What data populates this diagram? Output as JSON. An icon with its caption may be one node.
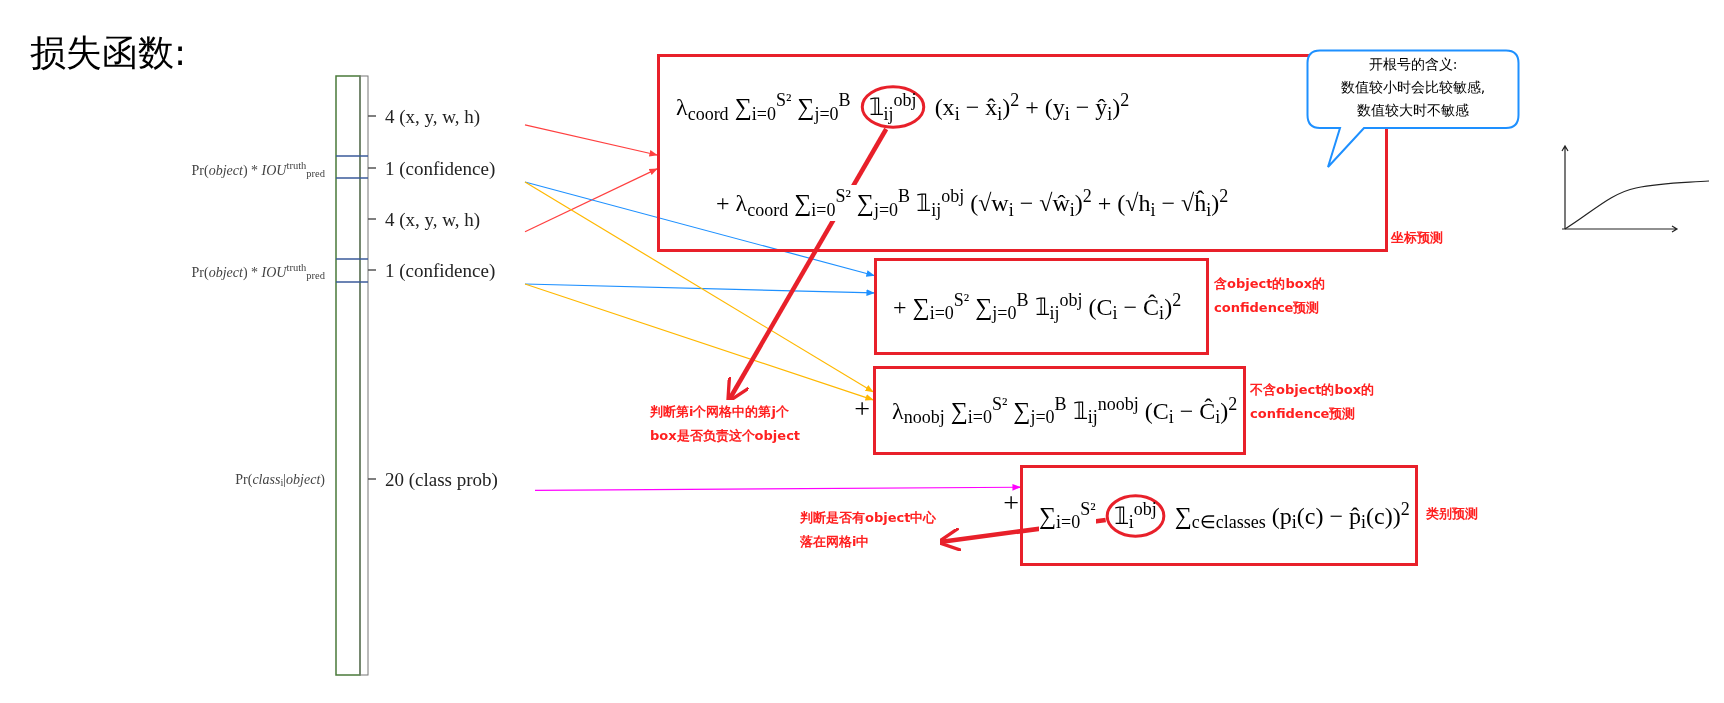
{
  "diagram": {
    "title": "损失函数:",
    "nodes": [
      {
        "text": [
          "4 (x, y, w, h)"
        ]
      },
      {
        "text": [
          "1 (confidence)"
        ]
      },
      {
        "text": [
          "4 (x, y, w, h)"
        ]
      },
      {
        "text": [
          "1 (confidence)"
        ]
      },
      {
        "text": [
          "20 (class prob)"
        ]
      },
      {
        "text": [
          "λ$_{coord}$ ∑$_{i=0}$$^{S²}$ ∑$_{j=0}$$^{B}$",
          "(x$_{i}$ − x̂$_{i}$)$^{2}$ + (y$_{i}$ − ŷ$_{i}$)$^{2}$",
          "+ λ$_{coord}$ ∑$_{i=0}$$^{S²}$ ∑$_{j=0}$$^{B}$ 𝟙$_{ij}$$^{obj}$ (√w$_{i}$ − √ŵ$_{i}$)$^{2}$ + (√h$_{i}$ − √ĥ$_{i}$)$^{2}$"
        ],
        "beside": [
          "坐标预测"
        ]
      },
      {
        "text": [
          "𝟙$_{ij}$$^{obj}$"
        ],
        "in": 5
      },
      {
        "text": [
          "开根号的含义:",
          "数值较小时会比较敏感,",
          "数值较大时不敏感"
        ]
      },
      {
        "text": [
          "+ ∑$_{i=0}$$^{S²}$ ∑$_{j=0}$$^{B}$ 𝟙$_{ij}$$^{obj}$ (C$_{i}$ − Ĉ$_{i}$)$^{2}$"
        ],
        "beside": [
          "含object的box的confidence预测"
        ]
      },
      {
        "text": [
          "λ$_{noobj}$ ∑$_{i=0}$$^{S²}$ ∑$_{j=0}$$^{B}$ 𝟙$_{ij}$$^{noobj}$ (C$_{i}$ − Ĉ$_{i}$)$^{2}$"
        ],
        "beside": [
          "不含object的box的confidence预测"
        ]
      },
      {
        "text": [
          "∑$_{i=0}$$^{S²}$",
          "∑$_{c∈classes}$ (p$_{i}$(c) − p̂$_{i}$(c))$^{2}$"
        ],
        "beside": [
          "类别预测"
        ]
      },
      {
        "text": [
          "𝟙$_{i}$$^{obj}$"
        ],
        "in": 10
      },
      {
        "text": [
          "判断第i个网格中的第j个box是否负责这个object"
        ]
      },
      {
        "text": [
          "判断是否有object中心落在网格i中"
        ]
      }
    ],
    "edges": [
      {
        "from": 0,
        "to": 5,
        "arrow": "to",
        "color": "#ff4040"
      },
      {
        "from": 2,
        "to": 5,
        "arrow": "to",
        "color": "#ff4040"
      },
      {
        "from": 1,
        "to": 8,
        "arrow": "to",
        "color": "#1e90ff"
      },
      {
        "from": 3,
        "to": 8,
        "arrow": "to",
        "color": "#1e90ff"
      },
      {
        "from": 1,
        "to": 9,
        "arrow": "to",
        "color": "#ffb800"
      },
      {
        "from": 3,
        "to": 9,
        "arrow": "to",
        "color": "#ffb800"
      },
      {
        "from": 4,
        "to": 10,
        "arrow": "to",
        "color": "#ff00ff"
      },
      {
        "from": 6,
        "to": 12,
        "arrow": "to",
        "style": "thick",
        "color": "#e8202a"
      },
      {
        "from": 11,
        "to": 13,
        "arrow": "to",
        "style": "thick",
        "color": "#e8202a"
      }
    ],
    "labels": [
      "Pr(*object*) * *IOU*$^{truth}$$_{pred}$",
      "Pr(*object*) * *IOU*$^{truth}$$_{pred}$",
      "Pr(*class*$_{i}$|*object*)",
      "+",
      "+"
    ]
  }
}
